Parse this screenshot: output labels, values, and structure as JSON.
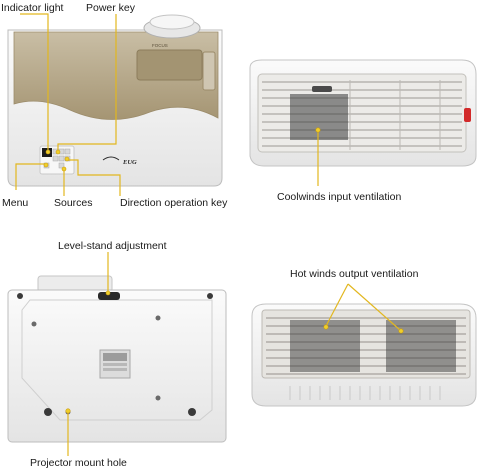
{
  "labels": {
    "indicator_light": "Indicator light",
    "power_key": "Power key",
    "menu": "Menu",
    "sources": "Sources",
    "direction_key": "Direction operation key",
    "coolwinds": "Coolwinds input ventilation",
    "level_stand": "Level-stand adjustment",
    "hot_winds": "Hot winds output ventilation",
    "mount_hole": "Projector mount hole"
  },
  "device": {
    "brand": "EUG",
    "focus_text": "FOCUS"
  },
  "colors": {
    "callout_line": "#e2b71f",
    "callout_dot": "#f0cf2a",
    "body_white": "#f3f3f3",
    "gold_panel": "#b7a98c",
    "vent": "#c8c6c2",
    "power_red": "#d22a2a"
  }
}
